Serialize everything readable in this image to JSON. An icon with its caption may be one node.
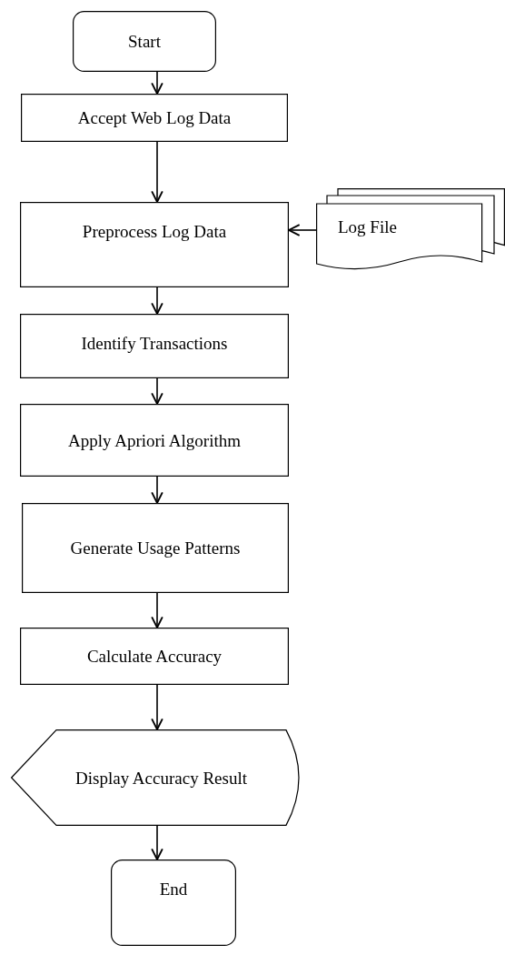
{
  "diagram": {
    "nodes": [
      {
        "text": [
          "Start"
        ]
      },
      {
        "text": [
          "Accept Web Log Data"
        ]
      },
      {
        "text": [
          "Preprocess Log Data"
        ]
      },
      {
        "text": [
          "Log File"
        ]
      },
      {
        "text": [
          "Identify Transactions"
        ]
      },
      {
        "text": [
          "Apply Apriori Algorithm"
        ]
      },
      {
        "text": [
          "Generate Usage Patterns"
        ]
      },
      {
        "text": [
          "Calculate Accuracy"
        ]
      },
      {
        "text": [
          "Display Accuracy Result"
        ]
      },
      {
        "text": [
          "End"
        ]
      }
    ],
    "edges": [
      {
        "from": 0,
        "to": 1,
        "arrow": "to"
      },
      {
        "from": 1,
        "to": 2,
        "arrow": "to"
      },
      {
        "from": 3,
        "to": 2,
        "arrow": "to"
      },
      {
        "from": 2,
        "to": 4,
        "arrow": "to"
      },
      {
        "from": 4,
        "to": 5,
        "arrow": "to"
      },
      {
        "from": 5,
        "to": 6,
        "arrow": "to"
      },
      {
        "from": 6,
        "to": 7,
        "arrow": "to"
      },
      {
        "from": 7,
        "to": 8,
        "arrow": "to"
      },
      {
        "from": 8,
        "to": 9,
        "arrow": "to"
      }
    ]
  }
}
